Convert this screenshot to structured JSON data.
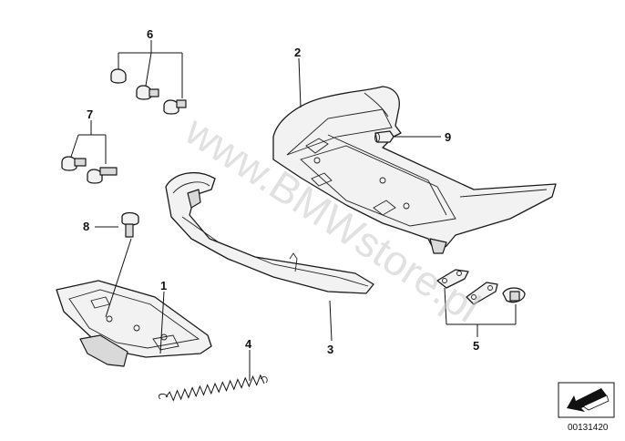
{
  "callouts": {
    "c1": "1",
    "c2": "2",
    "c3": "3",
    "c4": "4",
    "c5": "5",
    "c6": "6",
    "c7": "7",
    "c8": "8",
    "c9": "9"
  },
  "watermark": "www.BMWstore.pl",
  "doc_number": "00131420",
  "icons": {
    "direction": "arrow-down-left-icon"
  },
  "colors": {
    "line": "#1a1a1a",
    "fill": "#f2f2f2",
    "watermark": "#c8c8c8"
  }
}
